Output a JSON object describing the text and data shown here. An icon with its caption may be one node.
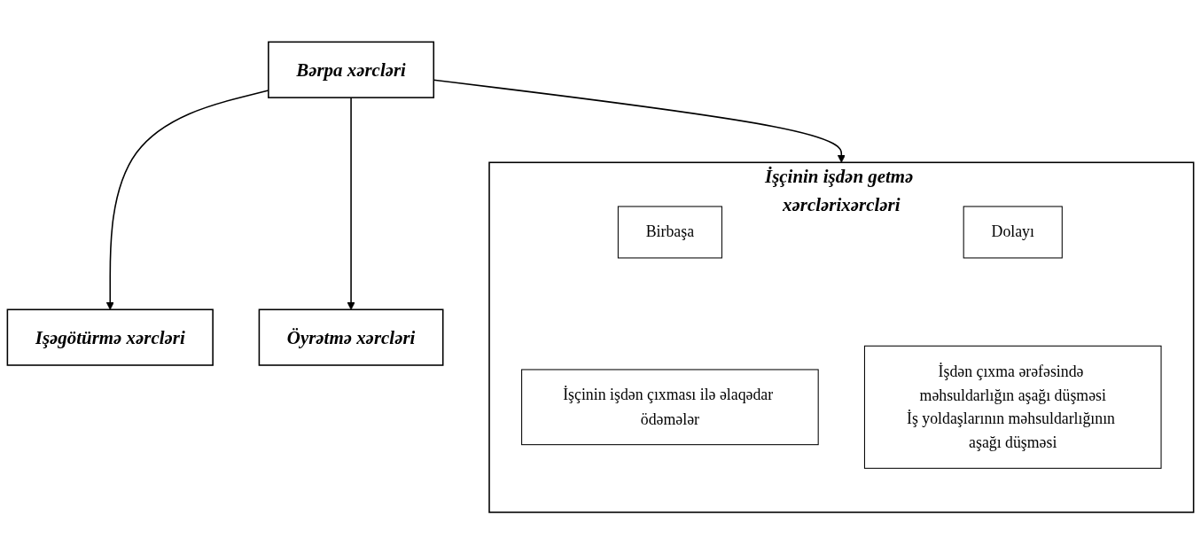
{
  "diagram": {
    "nodes": [
      {
        "text": [
          "Bərpa xərcləri"
        ]
      },
      {
        "text": [
          "Işəgötürmə xərcləri"
        ]
      },
      {
        "text": [
          "Öyrətmə xərcləri"
        ]
      },
      {
        "text": [
          "İşçinin işdən getmə xərclərixərcləri"
        ]
      },
      {
        "text": [
          "Birbaşa"
        ],
        "in": 3
      },
      {
        "text": [
          "Dolayı"
        ],
        "in": 3
      },
      {
        "text": [
          "İşçinin işdən çıxması ilə əlaqədar ödəmələr"
        ],
        "in": 3
      },
      {
        "text": [
          "İşdən çıxma ərəfəsində məhsuldarlığın aşağı düşməsi",
          "İş yoldaşlarının məhsuldarlığının aşağı düşməsi"
        ],
        "in": 3
      }
    ],
    "edges": [
      {
        "from": 0,
        "to": 1,
        "arrow": "to"
      },
      {
        "from": 0,
        "to": 2,
        "arrow": "to"
      },
      {
        "from": 0,
        "to": 3,
        "arrow": "to"
      }
    ]
  }
}
